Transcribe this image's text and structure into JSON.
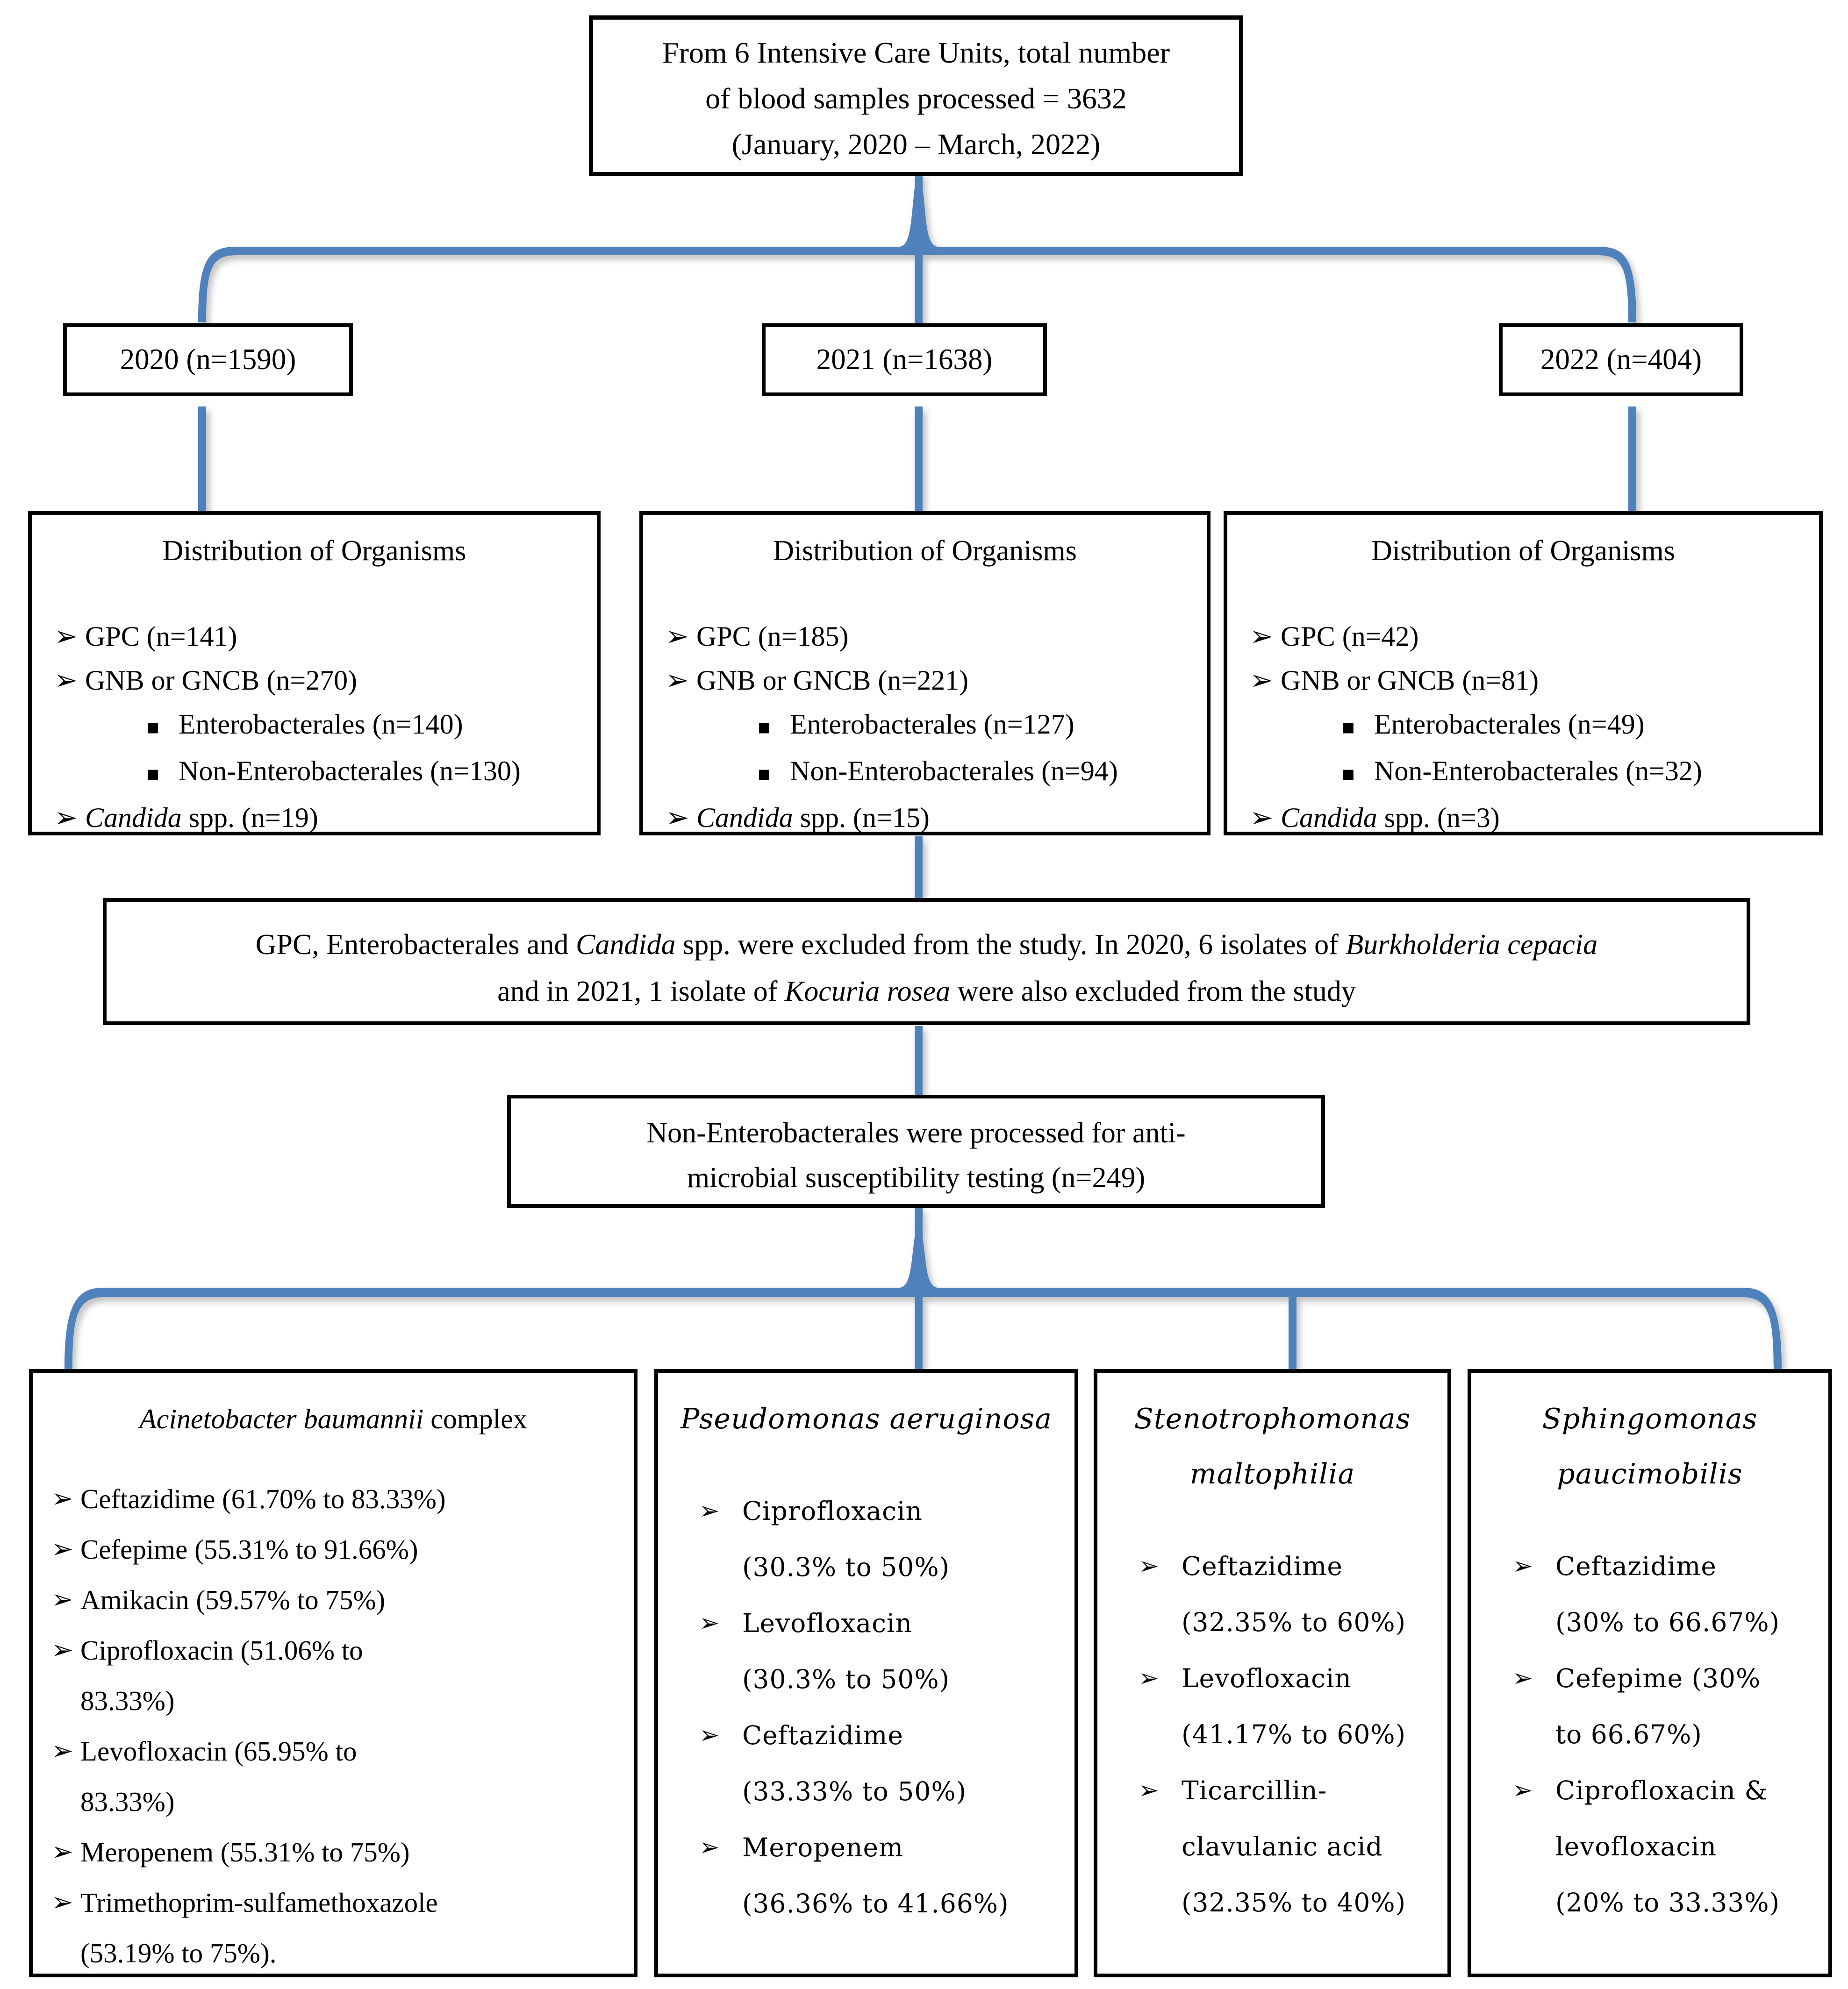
{
  "figure": {
    "type": "flowchart",
    "description": "Blood culture isolates flow diagram across ICUs 2020-2022"
  },
  "colors": {
    "connector_blue": "#4f81bd",
    "box_border": "#000000",
    "background": "#ffffff"
  },
  "glyphs": {
    "arrow_bullet": "➢",
    "square_bullet": "▪"
  },
  "top_box": {
    "line1": "From 6 Intensive Care Units, total number",
    "line2": "of blood samples processed = 3632",
    "line3": "(January, 2020 – March, 2022)"
  },
  "year_boxes": [
    {
      "label": "2020 (n=1590)"
    },
    {
      "label": "2021 (n=1638)"
    },
    {
      "label": "2022 (n=404)"
    }
  ],
  "distribution_boxes": [
    {
      "title": "Distribution of Organisms",
      "items": [
        {
          "italic": "",
          "text": "GPC (n=141)"
        },
        {
          "italic": "",
          "text": "GNB or GNCB (n=270)"
        },
        {
          "italic": "",
          "text": "Enterobacterales (n=140)",
          "sub": true
        },
        {
          "italic": "",
          "text": "Non-Enterobacterales (n=130)",
          "sub": true
        },
        {
          "italic": "Candida",
          "text": " spp. (n=19)"
        }
      ]
    },
    {
      "title": "Distribution of Organisms",
      "items": [
        {
          "italic": "",
          "text": "GPC (n=185)"
        },
        {
          "italic": "",
          "text": "GNB or GNCB (n=221)"
        },
        {
          "italic": "",
          "text": "Enterobacterales (n=127)",
          "sub": true
        },
        {
          "italic": "",
          "text": "Non-Enterobacterales (n=94)",
          "sub": true
        },
        {
          "italic": "Candida",
          "text": " spp. (n=15)"
        }
      ]
    },
    {
      "title": "Distribution of Organisms",
      "items": [
        {
          "italic": "",
          "text": "GPC (n=42)"
        },
        {
          "italic": "",
          "text": "GNB or GNCB (n=81)"
        },
        {
          "italic": "",
          "text": "Enterobacterales (n=49)",
          "sub": true
        },
        {
          "italic": "",
          "text": "Non-Enterobacterales (n=32)",
          "sub": true
        },
        {
          "italic": "Candida",
          "text": " spp. (n=3)"
        }
      ]
    }
  ],
  "exclusion_box": {
    "line1": {
      "seg1": "GPC, Enterobacterales and ",
      "seg2_italic": "Candida",
      "seg3": " spp. were excluded from the study. In 2020, 6 isolates of ",
      "seg4_italic": "Burkholderia cepacia"
    },
    "line2": {
      "seg1": "and in 2021, 1 isolate of ",
      "seg2_italic": "Kocuria rosea",
      "seg3": " were also excluded from the study"
    }
  },
  "asm_box": {
    "line1": "Non-Enterobacterales were processed for anti-",
    "line2": "microbial susceptibility testing (n=249)"
  },
  "organism_boxes": [
    {
      "title_italic": "Acinetobacter baumannii",
      "title_rest": " complex",
      "items": [
        {
          "lines": [
            "Ceftazidime (61.70% to 83.33%)"
          ]
        },
        {
          "lines": [
            "Cefepime (55.31% to 91.66%)"
          ]
        },
        {
          "lines": [
            "Amikacin (59.57% to 75%)"
          ]
        },
        {
          "lines": [
            "Ciprofloxacin (51.06% to",
            "83.33%)"
          ]
        },
        {
          "lines": [
            "Levofloxacin (65.95% to",
            "83.33%)"
          ]
        },
        {
          "lines": [
            "Meropenem (55.31% to 75%)"
          ]
        },
        {
          "lines": [
            "Trimethoprim-sulfamethoxazole",
            "(53.19% to 75%)."
          ]
        }
      ]
    },
    {
      "title_italic": "Pseudomonas aeruginosa",
      "title_rest": "",
      "items": [
        {
          "lines": [
            "Ciprofloxacin",
            "(30.3% to 50%)"
          ]
        },
        {
          "lines": [
            "Levofloxacin",
            "(30.3% to 50%)"
          ]
        },
        {
          "lines": [
            "Ceftazidime",
            "(33.33% to 50%)"
          ]
        },
        {
          "lines": [
            "Meropenem",
            "(36.36% to 41.66%)"
          ]
        }
      ]
    },
    {
      "title_line1_italic": "Stenotrophomonas",
      "title_line2_italic": "maltophilia",
      "items": [
        {
          "lines": [
            "Ceftazidime",
            "(32.35% to 60%)"
          ]
        },
        {
          "lines": [
            "Levofloxacin",
            "(41.17% to 60%)"
          ]
        },
        {
          "lines": [
            "Ticarcillin-",
            "clavulanic acid",
            "(32.35% to 40%)"
          ]
        }
      ]
    },
    {
      "title_line1_italic": "Sphingomonas",
      "title_line2_italic": "paucimobilis",
      "items": [
        {
          "lines": [
            "Ceftazidime",
            "(30% to 66.67%)"
          ]
        },
        {
          "lines": [
            "Cefepime (30%",
            "to 66.67%)"
          ]
        },
        {
          "lines": [
            "Ciprofloxacin &",
            "levofloxacin",
            "(20% to 33.33%)"
          ]
        }
      ]
    }
  ]
}
